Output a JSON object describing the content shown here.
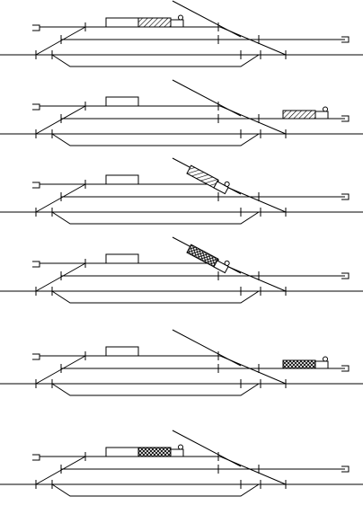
{
  "diagram": {
    "type": "railway-shunting-sequence",
    "panel_count": 6,
    "panels": [
      {
        "step": 1,
        "train_location": "upper-loop-beside-platform",
        "wagon_pattern": "hatched"
      },
      {
        "step": 2,
        "train_location": "right-mainline",
        "wagon_pattern": "hatched"
      },
      {
        "step": 3,
        "train_location": "diagonal-spur",
        "wagon_pattern": "hatched"
      },
      {
        "step": 4,
        "train_location": "diagonal-spur",
        "wagon_pattern": "crosshatched"
      },
      {
        "step": 5,
        "train_location": "right-mainline",
        "wagon_pattern": "crosshatched"
      },
      {
        "step": 6,
        "train_location": "upper-loop-beside-platform",
        "wagon_pattern": "crosshatched"
      }
    ]
  }
}
